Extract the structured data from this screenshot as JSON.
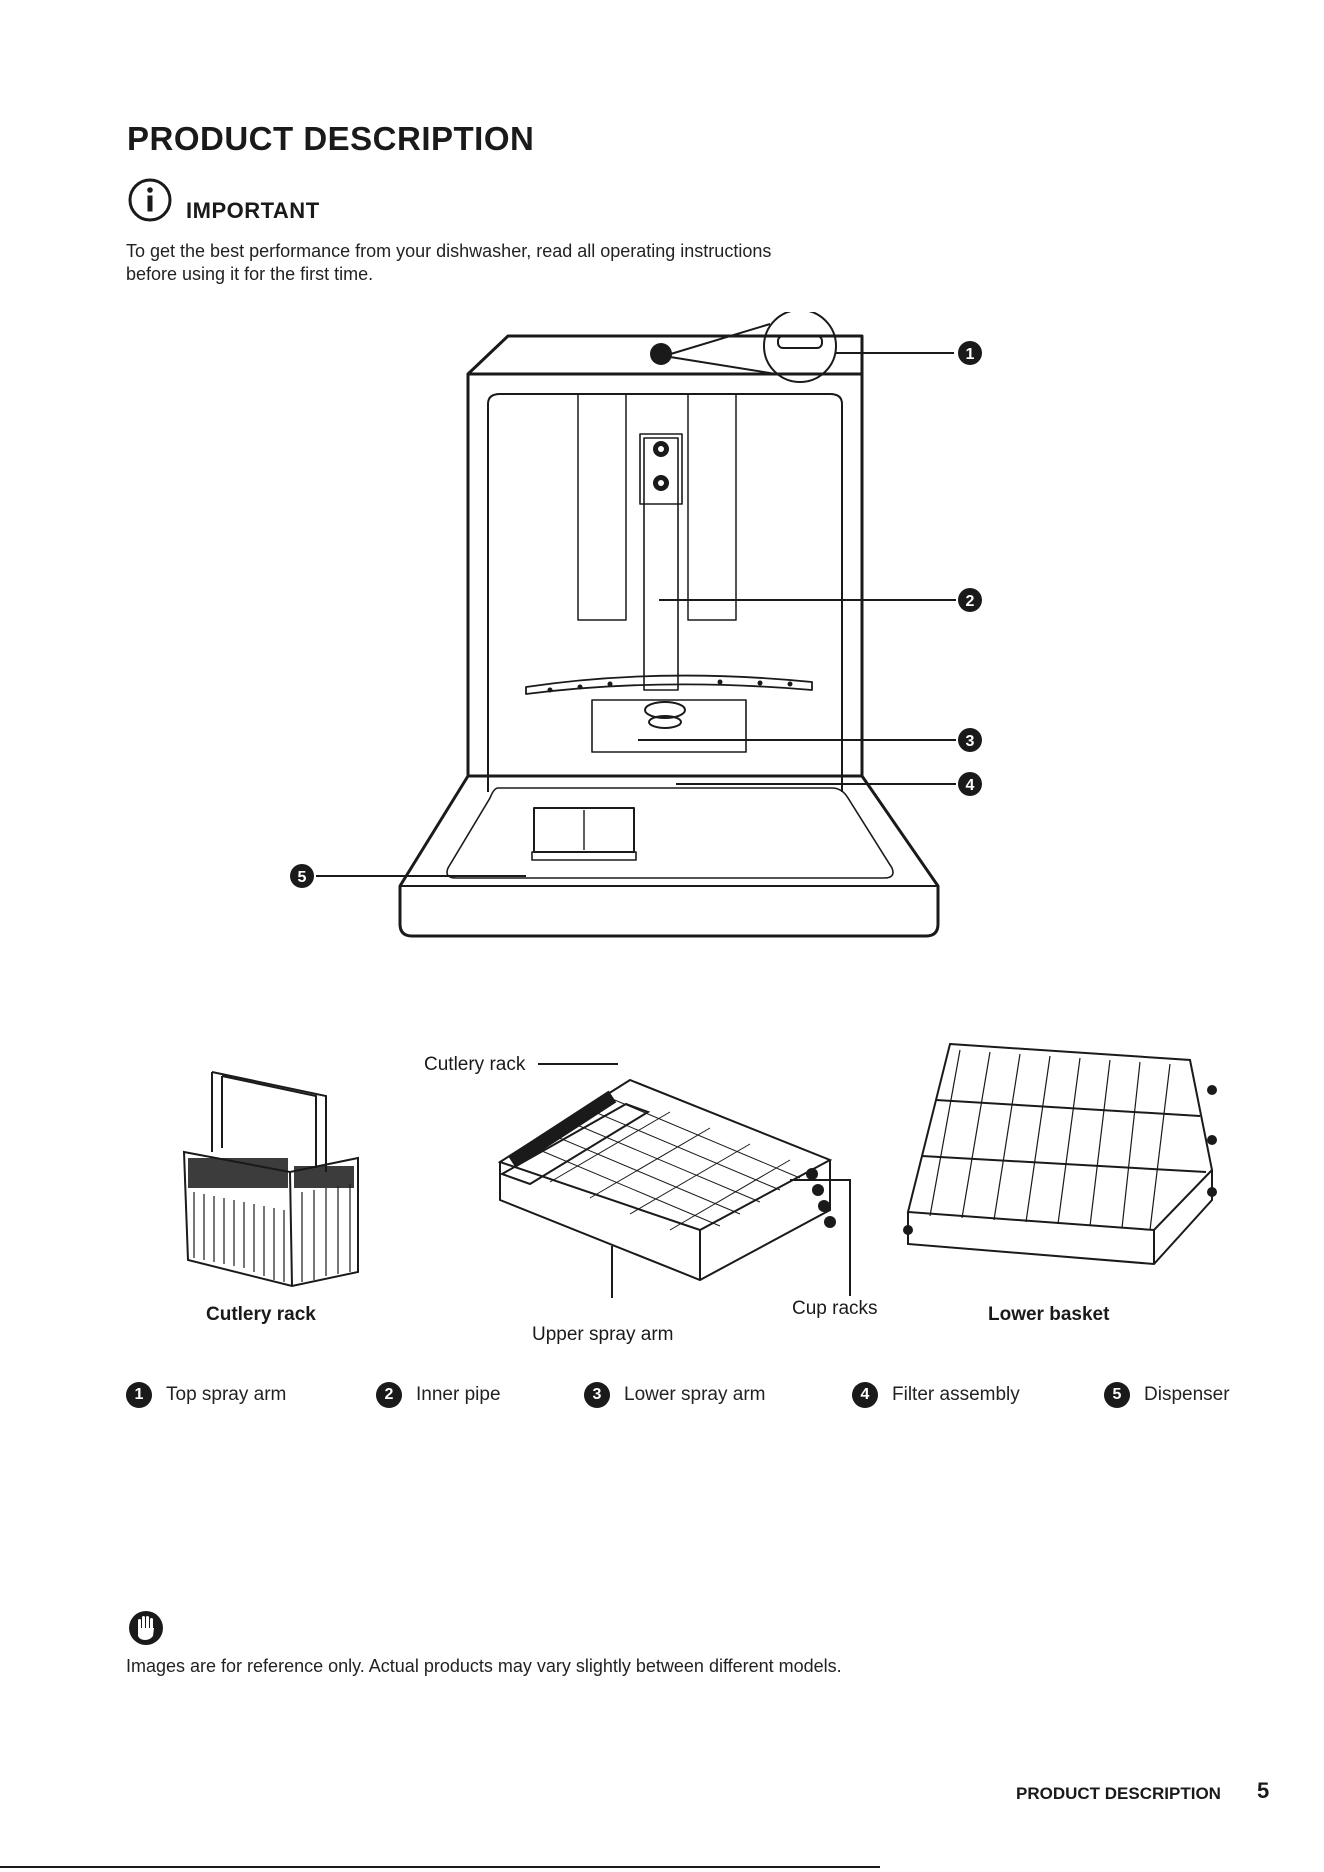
{
  "page": {
    "title": "PRODUCT DESCRIPTION",
    "important_label": "IMPORTANT",
    "intro_line1": "To get the best performance from your dishwasher, read all operating instructions",
    "intro_line2": "before using it for the first time."
  },
  "callouts": [
    "1",
    "2",
    "3",
    "4",
    "5"
  ],
  "accessories": {
    "cutlery_rack_label": "Cutlery rack",
    "upper_rack_cutlery_label": "Cutlery rack",
    "upper_spray_arm_label": "Upper spray arm",
    "cup_racks_label": "Cup racks",
    "lower_basket_label": "Lower basket"
  },
  "legend": [
    {
      "num": "1",
      "label": "Top spray arm"
    },
    {
      "num": "2",
      "label": "Inner pipe"
    },
    {
      "num": "3",
      "label": "Lower spray arm"
    },
    {
      "num": "4",
      "label": "Filter assembly"
    },
    {
      "num": "5",
      "label": "Dispenser"
    }
  ],
  "note": {
    "icon": "hand-stop-icon",
    "text": "Images are for reference only. Actual products may vary slightly between different models."
  },
  "footer": {
    "section": "PRODUCT DESCRIPTION",
    "page_number": "5"
  }
}
